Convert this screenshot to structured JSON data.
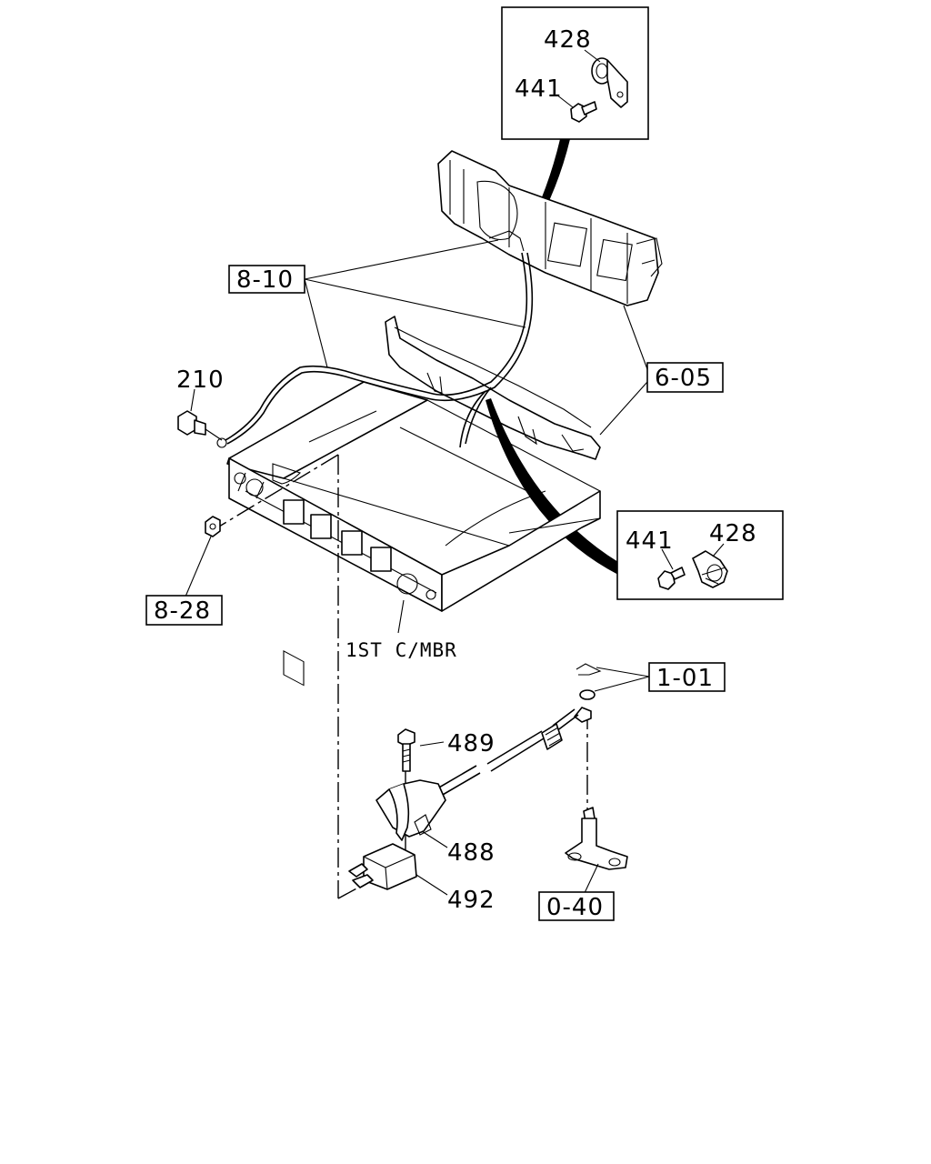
{
  "callouts": {
    "p428_top": "428",
    "p441_top": "441",
    "p441_right": "441",
    "p428_right": "428",
    "p210": "210",
    "p489": "489",
    "p488": "488",
    "p492": "492"
  },
  "references": {
    "r810": "8-10",
    "r605": "6-05",
    "r828": "8-28",
    "r101": "1-01",
    "r040": "0-40"
  },
  "notes": {
    "crossmember": "1ST C/MBR"
  }
}
